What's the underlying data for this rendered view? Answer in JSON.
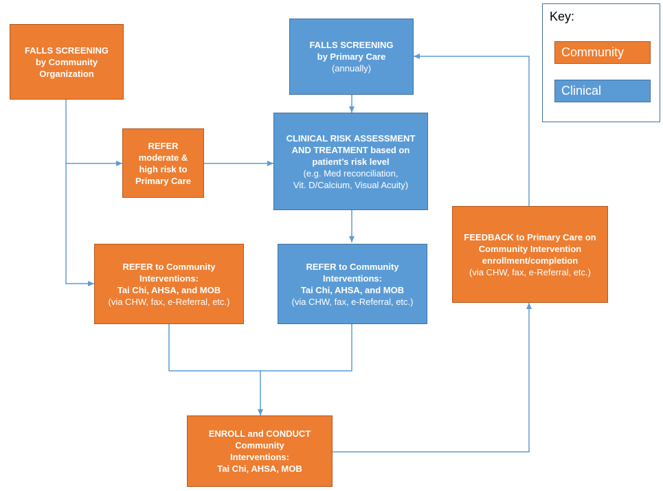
{
  "key": {
    "title": "Key:",
    "community_label": "Community",
    "clinical_label": "Clinical",
    "colors": {
      "community": "#ED7D31",
      "clinical": "#5B9BD5",
      "connector": "#5B9BD5"
    }
  },
  "nodes": {
    "falls_screening_community": {
      "line1": "FALLS SCREENING",
      "line2": "by Community",
      "line3": "Organization"
    },
    "falls_screening_primary": {
      "line1": "FALLS SCREENING",
      "line2": "by Primary Care",
      "line3": "(annually)"
    },
    "refer_primary": {
      "line1": "REFER",
      "line2": "moderate &",
      "line3": "high risk to",
      "line4": "Primary Care"
    },
    "clinical_risk": {
      "line1": "CLINICAL RISK ASSESSMENT",
      "line2": "AND TREATMENT based on",
      "line3": "patient’s risk level",
      "line4": "(e.g. Med reconciliation,",
      "line5": "Vit. D/Calcium, Visual Acuity)"
    },
    "refer_community_left": {
      "line1": "REFER to Community",
      "line2": "Interventions:",
      "line3": "Tai Chi, AHSA, and MOB",
      "line4": "(via CHW, fax, e-Referral, etc.)"
    },
    "refer_community_right": {
      "line1": "REFER to Community",
      "line2": "Interventions:",
      "line3": "Tai Chi, AHSA, and MOB",
      "line4": "(via CHW, fax, e-Referral, etc.)"
    },
    "feedback": {
      "line1": "FEEDBACK to Primary Care on",
      "line2": "Community Intervention",
      "line3": "enrollment/completion",
      "line4": "(via CHW, fax, e-Referral, etc.)"
    },
    "enroll": {
      "line1": "ENROLL and CONDUCT",
      "line2": "Community",
      "line3": "Interventions:",
      "line4": "Tai Chi, AHSA, MOB"
    }
  }
}
